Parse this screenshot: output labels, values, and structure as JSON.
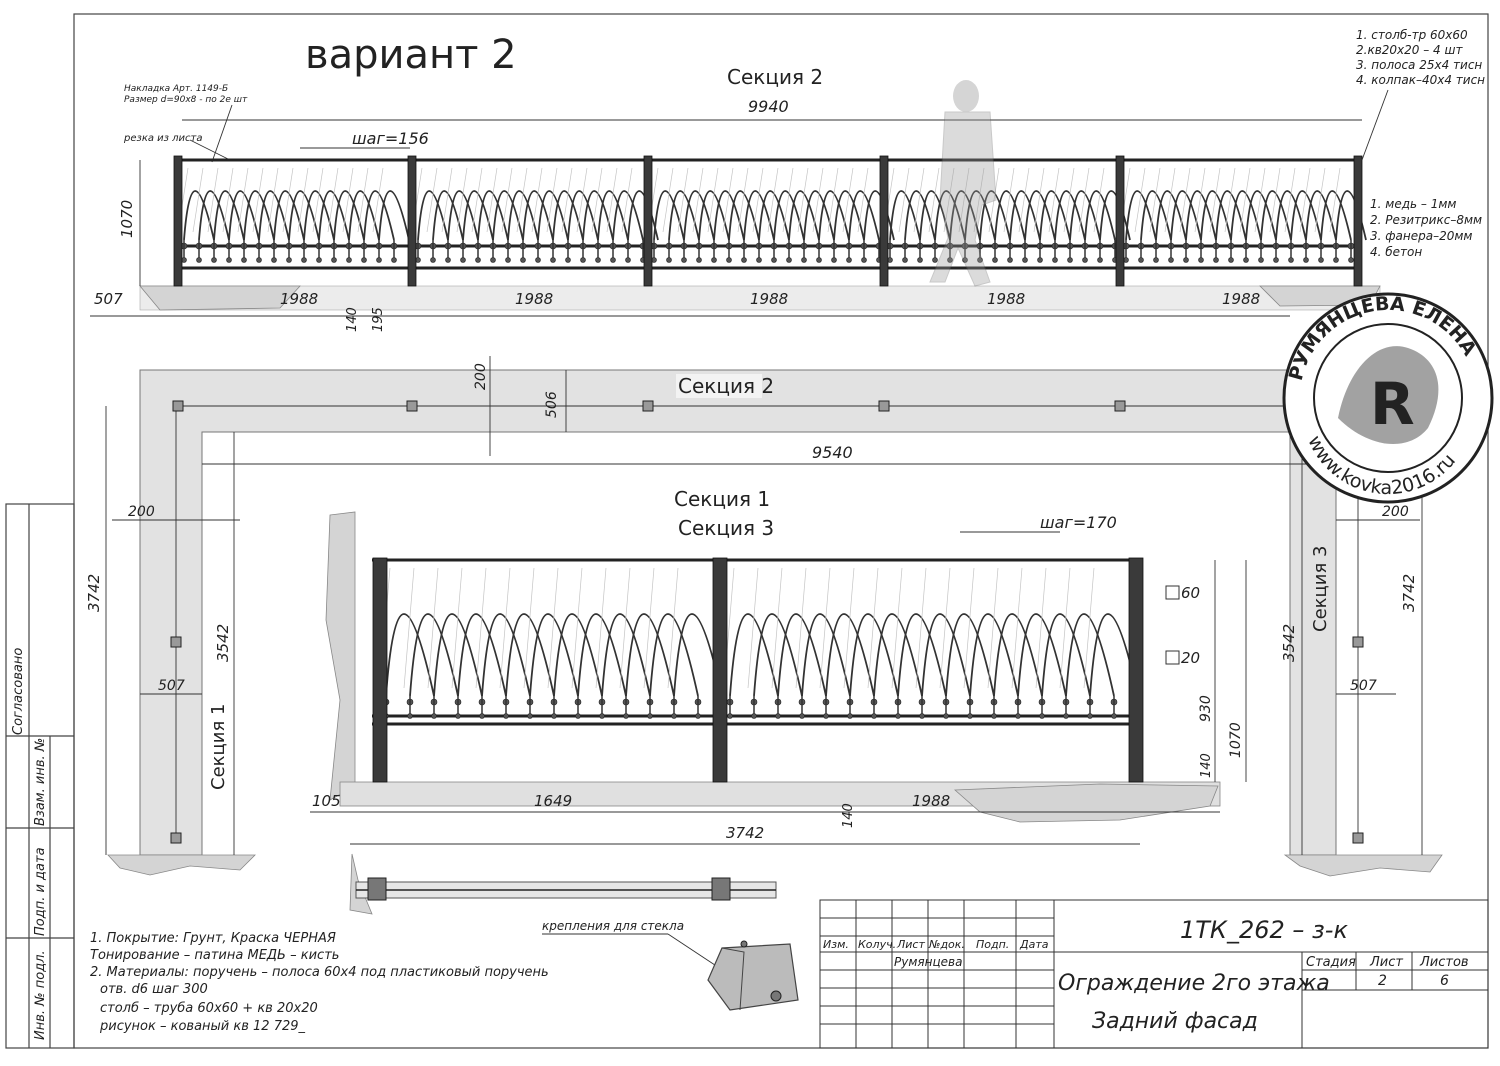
{
  "sheet": {
    "variant": "вариант 2",
    "notes_top_left": [
      "Накладка Арт. 1149-Б",
      "Размер d=90х8 - по 2е шт"
    ],
    "cut_label": "резка из листа",
    "section2_label": "Секция 2",
    "section1_label": "Секция 1",
    "section3_label": "Секция 3",
    "step_top": "шаг=156",
    "step_bottom": "шаг=170",
    "post_list": [
      "1. столб-тр 60х60",
      "2.кв20х20 – 4 шт",
      "3. полоса 25х4 тисн",
      "4. колпак–40х4 тисн"
    ],
    "floor_list": [
      "1. медь – 1мм",
      "2. Резитрикс–8мм",
      "3. фанера–20мм",
      "4. бетон"
    ],
    "glass_mount_label": "крепления для стекла",
    "profile_60": "60",
    "profile_20": "20"
  },
  "dims_top": {
    "total": "9940",
    "height": "1070",
    "offset": "507",
    "sections": [
      "1988",
      "1988",
      "1988",
      "1988",
      "1988"
    ],
    "d140": "140",
    "d195": "195"
  },
  "dims_plan": {
    "d200a": "200",
    "d506": "506",
    "d9540": "9540",
    "d200b": "200",
    "d3742_left": "3742",
    "d3542_left": "3542",
    "d507_left": "507",
    "d200_right": "200",
    "d3542_right": "3542",
    "d3742_right": "3742",
    "d507_right": "507"
  },
  "dims_front": {
    "d105": "105",
    "d1649": "1649",
    "d1988": "1988",
    "d140": "140",
    "d3742": "3742",
    "d930": "930",
    "d140v": "140",
    "d1070": "1070"
  },
  "general_notes": [
    "1. Покрытие: Грунт, Краска ЧЕРНАЯ",
    "Тонирование – патина МЕДЬ – кисть",
    "2. Материалы: поручень – полоса 60х4 под пластиковый поручень",
    "отв. d6 шаг 300",
    "столб – труба 60х60 + кв 20х20",
    "рисунок – кованый кв 12 729_"
  ],
  "side_stamp": [
    "Согласовано",
    "Взам. инв. №",
    "Подп. и дата",
    "Инв. № подл."
  ],
  "title_block": {
    "code": "1ТК_262 – з-к",
    "cols": [
      "Изм.",
      "Колуч.",
      "Лист",
      "№док.",
      "Подп.",
      "Дата"
    ],
    "author": "Румянцева",
    "name_line1": "Ограждение 2го этажа",
    "name_line2": "Задний фасад",
    "stage_label": "Стадия",
    "sheet_label": "Лист",
    "sheets_label": "Листов",
    "sheet_value": "2",
    "sheets_value": "6"
  },
  "seal": {
    "name": "РУМЯНЦЕВА ЕЛЕНА",
    "site": "www.kovka2016.ru",
    "letter": "R"
  }
}
